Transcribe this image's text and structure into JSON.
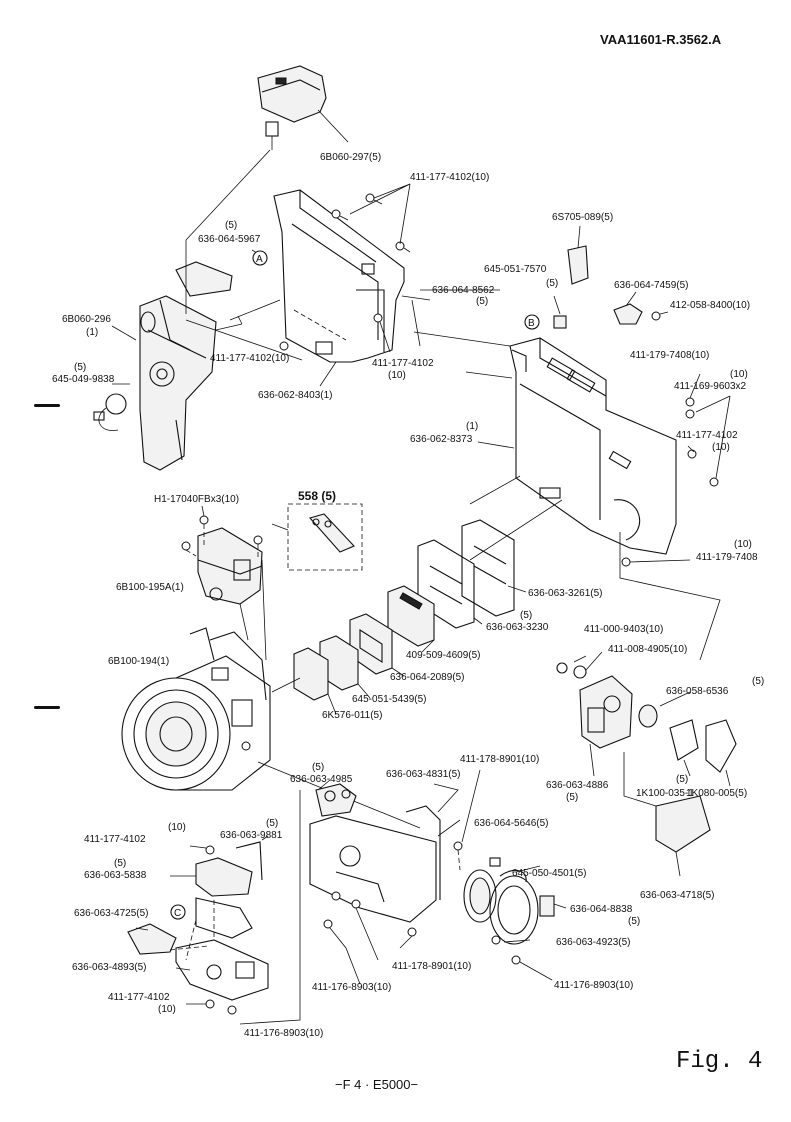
{
  "doc_id": "VAA11601-R.3562.A",
  "figure_title": "Fig. 4",
  "footer": "−F 4 · E5000−",
  "callout_markers": [
    "A",
    "B",
    "C"
  ],
  "inset_label": "558 (5)",
  "parts": [
    "6B060-297(5)",
    "411-177-4102(10)",
    "(5)",
    "636-064-5967",
    "636-064-8562",
    "(5)",
    "6B060-296",
    "(1)",
    "(5)",
    "645-049-9838",
    "411-177-4102(10)",
    "411-177-4102",
    "(10)",
    "636-062-8403(1)",
    "6S705-089(5)",
    "645-051-7570",
    "(5)",
    "636-064-7459(5)",
    "412-058-8400(10)",
    "411-179-7408(10)",
    "(10)",
    "411-169-9603x2",
    "411-177-4102",
    "(10)",
    "(1)",
    "636-062-8373",
    "(10)",
    "411-179-7408",
    "H1-17040FBx3(10)",
    "6B100-195A(1)",
    "636-063-3261(5)",
    "(5)",
    "636-063-3230",
    "409-509-4609(5)",
    "636-064-2089(5)",
    "6B100-194(1)",
    "645-051-5439(5)",
    "6K576-011(5)",
    "411-000-9403(10)",
    "411-008-4905(10)",
    "(5)",
    "636-058-6536",
    "636-063-4886",
    "(5)",
    "(5)",
    "1K100-035-1",
    "1K080-005(5)",
    "411-178-8901(10)",
    "(5)",
    "636-063-4985",
    "636-063-4831(5)",
    "(10)",
    "411-177-4102",
    "(5)",
    "636-063-9881",
    "636-064-5646(5)",
    "(5)",
    "636-063-5838",
    "645-050-4501(5)",
    "636-063-4725(5)",
    "636-064-8838",
    "(5)",
    "636-063-4923(5)",
    "636-063-4893(5)",
    "411-178-8901(10)",
    "411-176-8903(10)",
    "411-176-8903(10)",
    "636-063-4718(5)",
    "411-177-4102",
    "(10)",
    "411-176-8903(10)"
  ]
}
